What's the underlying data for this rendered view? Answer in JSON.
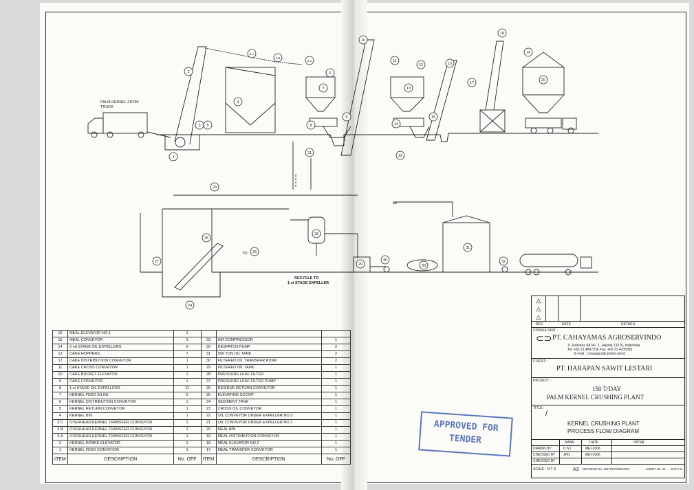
{
  "drawing": {
    "truck_label_1": "PALM KERNEL FROM",
    "truck_label_2": "TRUCK",
    "to_label": "TO",
    "recycle_1": "RECYCLE TO",
    "recycle_2": "1 st STAGE EXPELLER",
    "bubbles": [
      "1",
      "2",
      "3",
      "3.A",
      "3.B",
      "3.C",
      "4",
      "5",
      "6",
      "7",
      "8",
      "9",
      "10",
      "11",
      "12",
      "13",
      "14",
      "15",
      "16",
      "17",
      "18",
      "19",
      "20",
      "21",
      "22",
      "23",
      "24",
      "25",
      "26",
      "27",
      "28",
      "29",
      "30",
      "31",
      "32",
      "33"
    ]
  },
  "items_left": [
    {
      "no": "16",
      "desc": "MEAL ELEVATOR NO.1",
      "qty": "1"
    },
    {
      "no": "15",
      "desc": "MEAL CONVEYOR",
      "qty": "1"
    },
    {
      "no": "14",
      "desc": "2 nd STAGE OIL EXPELLERS",
      "qty": "9"
    },
    {
      "no": "13",
      "desc": "CAKE HOPPERS",
      "qty": "7"
    },
    {
      "no": "12",
      "desc": "CAKE DISTRIBUTION CONVEYOR",
      "qty": "1"
    },
    {
      "no": "11",
      "desc": "CAKE CROSS CONVEYOR",
      "qty": "1"
    },
    {
      "no": "10",
      "desc": "CAKE BUCKET ELEVATOR",
      "qty": "1"
    },
    {
      "no": "9",
      "desc": "CAKE CONVEYOR",
      "qty": "1"
    },
    {
      "no": "8",
      "desc": "1 st STAGE OIL EXPELLERS",
      "qty": "11"
    },
    {
      "no": "7",
      "desc": "KERNEL FEED SILOS",
      "qty": "6"
    },
    {
      "no": "6",
      "desc": "KERNEL DISTRIBUTION CONVEYOR",
      "qty": "1"
    },
    {
      "no": "5",
      "desc": "KERNEL RETURN CONVEYOR",
      "qty": "1"
    },
    {
      "no": "4",
      "desc": "KERNEL BIN",
      "qty": "1"
    },
    {
      "no": "3.C",
      "desc": "OVERHEAD KERNEL TRANSFER CONVEYOR",
      "qty": "1"
    },
    {
      "no": "3.B",
      "desc": "OVERHEAD KERNEL TRANSFER CONVEYOR",
      "qty": "1"
    },
    {
      "no": "3.A",
      "desc": "OVERHEAD KERNEL TRANSFER CONVEYOR",
      "qty": "1"
    },
    {
      "no": "2",
      "desc": "KERNEL INTAKE ELEVATOR",
      "qty": "1"
    },
    {
      "no": "1",
      "desc": "KERNEL FEED CONVEYOR",
      "qty": "1"
    }
  ],
  "items_right": [
    {
      "no": "",
      "desc": "",
      "qty": ""
    },
    {
      "no": "33",
      "desc": "AIR COMPRESSOR",
      "qty": "1"
    },
    {
      "no": "32",
      "desc": "DESPATCH PUMP",
      "qty": "2"
    },
    {
      "no": "31",
      "desc": "500 TON OIL TANK",
      "qty": "2"
    },
    {
      "no": "30",
      "desc": "FILTERED OIL TRANSFER PUMP",
      "qty": "2"
    },
    {
      "no": "29",
      "desc": "FILTERED OIL TANK",
      "qty": "1"
    },
    {
      "no": "28",
      "desc": "PRESSURE LEAF FILTER",
      "qty": "1"
    },
    {
      "no": "27",
      "desc": "PRESSURE LEAF FILTER PUMP",
      "qty": "1"
    },
    {
      "no": "26",
      "desc": "RESIDUE RETURN CONVEYOR",
      "qty": "1"
    },
    {
      "no": "25",
      "desc": "ELEVATING SCOOP",
      "qty": "1"
    },
    {
      "no": "24",
      "desc": "SEDIMENT TANK",
      "qty": "1"
    },
    {
      "no": "23",
      "desc": "CROSS OIL CONVEYOR",
      "qty": "1"
    },
    {
      "no": "22",
      "desc": "OIL CONVEYOR UNDER EXPELLER NO.2",
      "qty": "1"
    },
    {
      "no": "21",
      "desc": "OIL CONVEYOR UNDER EXPELLER NO.1",
      "qty": "1"
    },
    {
      "no": "20",
      "desc": "MEAL BIN",
      "qty": "1"
    },
    {
      "no": "19",
      "desc": "MEAL DISTRIBUTION CONVEYOR",
      "qty": "1"
    },
    {
      "no": "18",
      "desc": "MEAL ELEVATOR NO.2",
      "qty": "1"
    },
    {
      "no": "17",
      "desc": "MEAL TRANSFER CONVEYOR",
      "qty": "1"
    }
  ],
  "table_headers": {
    "item": "ITEM",
    "desc": "DESCRIPTION",
    "qty": "No. OFF",
    "item2": "ITEM",
    "desc2": "DESCRIPTION",
    "qty2": "No. OFF"
  },
  "title_block": {
    "rev": "REV",
    "date": "DATE",
    "details": "DETAILS",
    "consultant_label": "CONSULTANT :",
    "consultant": "PT. CAHAYAMAS AGROSERVINDO",
    "address_1": "Jl. Pulomas IIA No. 2, Jakarta 13210, Indonesia",
    "address_2": "Tel. +62 21 4897236 Fax: +62 21 4705585",
    "address_3": "E-mail : cmasagro@centrin.net.id",
    "client_label": "CLIENT :",
    "client": "PT. HARAPAN SAWIT LESTARI",
    "project_label": "PROJECT :",
    "project_1": "150 T/DAY",
    "project_2": "PALM KERNEL CRUSHING PLANT",
    "title_label": "TITLE :",
    "title_mark": "/",
    "title_1": "KERNEL CRUSHING PLANT",
    "title_2": "PROCESS FLOW DIAGRAM",
    "name": "NAME",
    "date2": "DATE",
    "initial": "INITIAL",
    "drawn_by": "DRAWN BY",
    "drawn_name": "D N I",
    "drawn_date": "MEI-2006",
    "checked_by": "CHECKED BY",
    "checked_name": "JPD",
    "checked_date": "MEI-2006",
    "checked_by_2": "CHECKED BY",
    "scale": "SCALE : N T S",
    "size": "A3",
    "drawing_no": "DRAWING No. 1GL/PHC/SDH/001",
    "sheet_no": "SHEET No. 01",
    "shts": "SHTS 01"
  },
  "stamp": {
    "line1": "APPROVED FOR",
    "line2": "TENDER"
  }
}
